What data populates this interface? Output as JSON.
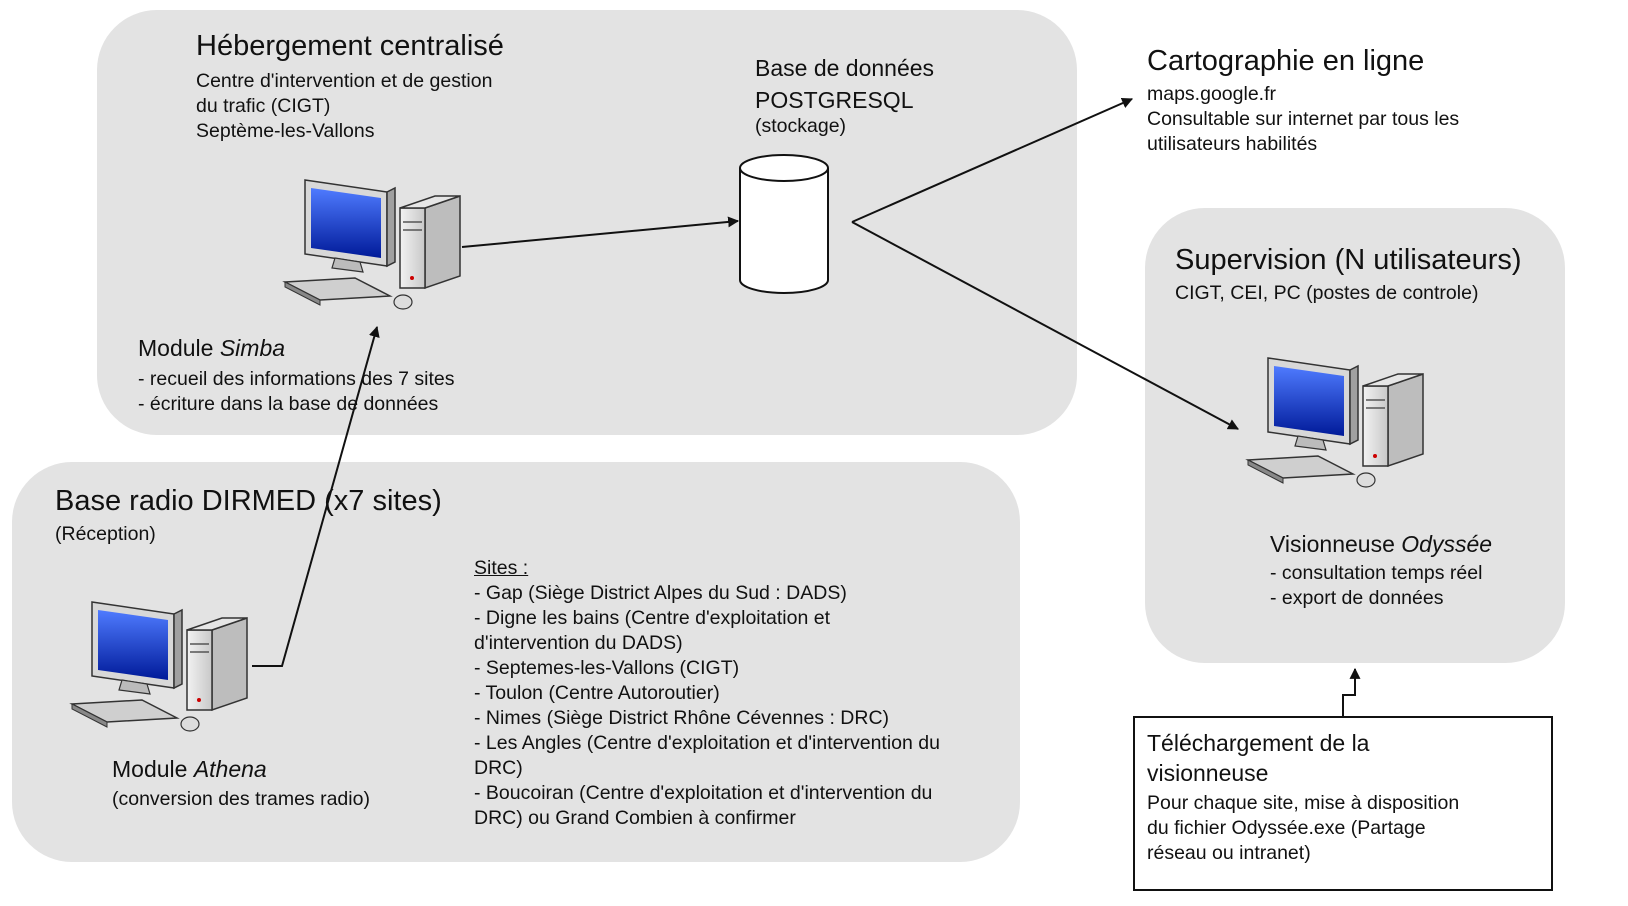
{
  "hosting": {
    "title": "Hébergement centralisé",
    "lines": [
      "Centre d'intervention et de gestion",
      "du trafic (CIGT)",
      "Septème-les-Vallons"
    ],
    "module_prefix": "Module ",
    "module_name": "Simba",
    "module_lines": [
      "- recueil des informations des 7 sites",
      "- écriture dans la base de données"
    ]
  },
  "database": {
    "lines": [
      "Base de données",
      "POSTGRESQL"
    ],
    "note": "(stockage)"
  },
  "mapping": {
    "title": "Cartographie en ligne",
    "lines": [
      "maps.google.fr",
      "Consultable sur internet par tous les",
      "utilisateurs habilités"
    ]
  },
  "supervision": {
    "title": "Supervision (N utilisateurs)",
    "subtitle": "CIGT, CEI, PC (postes de controle)",
    "viewer_prefix": "Visionneuse ",
    "viewer_name": "Odyssée",
    "viewer_lines": [
      "- consultation temps réel",
      "- export de données"
    ]
  },
  "radio": {
    "title": "Base radio DIRMED (x7 sites)",
    "subtitle": "(Réception)",
    "module_prefix": "Module ",
    "module_name": "Athena",
    "module_desc": "(conversion des trames radio)",
    "sites_heading": "Sites :",
    "sites_lines": [
      "- Gap (Siège District Alpes du Sud : DADS)",
      "- Digne les bains (Centre d'exploitation et",
      "d'intervention du DADS)",
      "- Septemes-les-Vallons (CIGT)",
      "- Toulon (Centre Autoroutier)",
      "- Nimes (Siège District Rhône Cévennes : DRC)",
      "- Les Angles (Centre d'exploitation et d'intervention du",
      "DRC)",
      "- Boucoiran (Centre d'exploitation et d'intervention du",
      "DRC) ou Grand Combien à confirmer"
    ]
  },
  "download": {
    "title_lines": [
      "Téléchargement de la",
      "visionneuse"
    ],
    "lines": [
      "Pour chaque site, mise à disposition",
      "du fichier Odyssée.exe (Partage",
      "réseau ou intranet)"
    ]
  }
}
